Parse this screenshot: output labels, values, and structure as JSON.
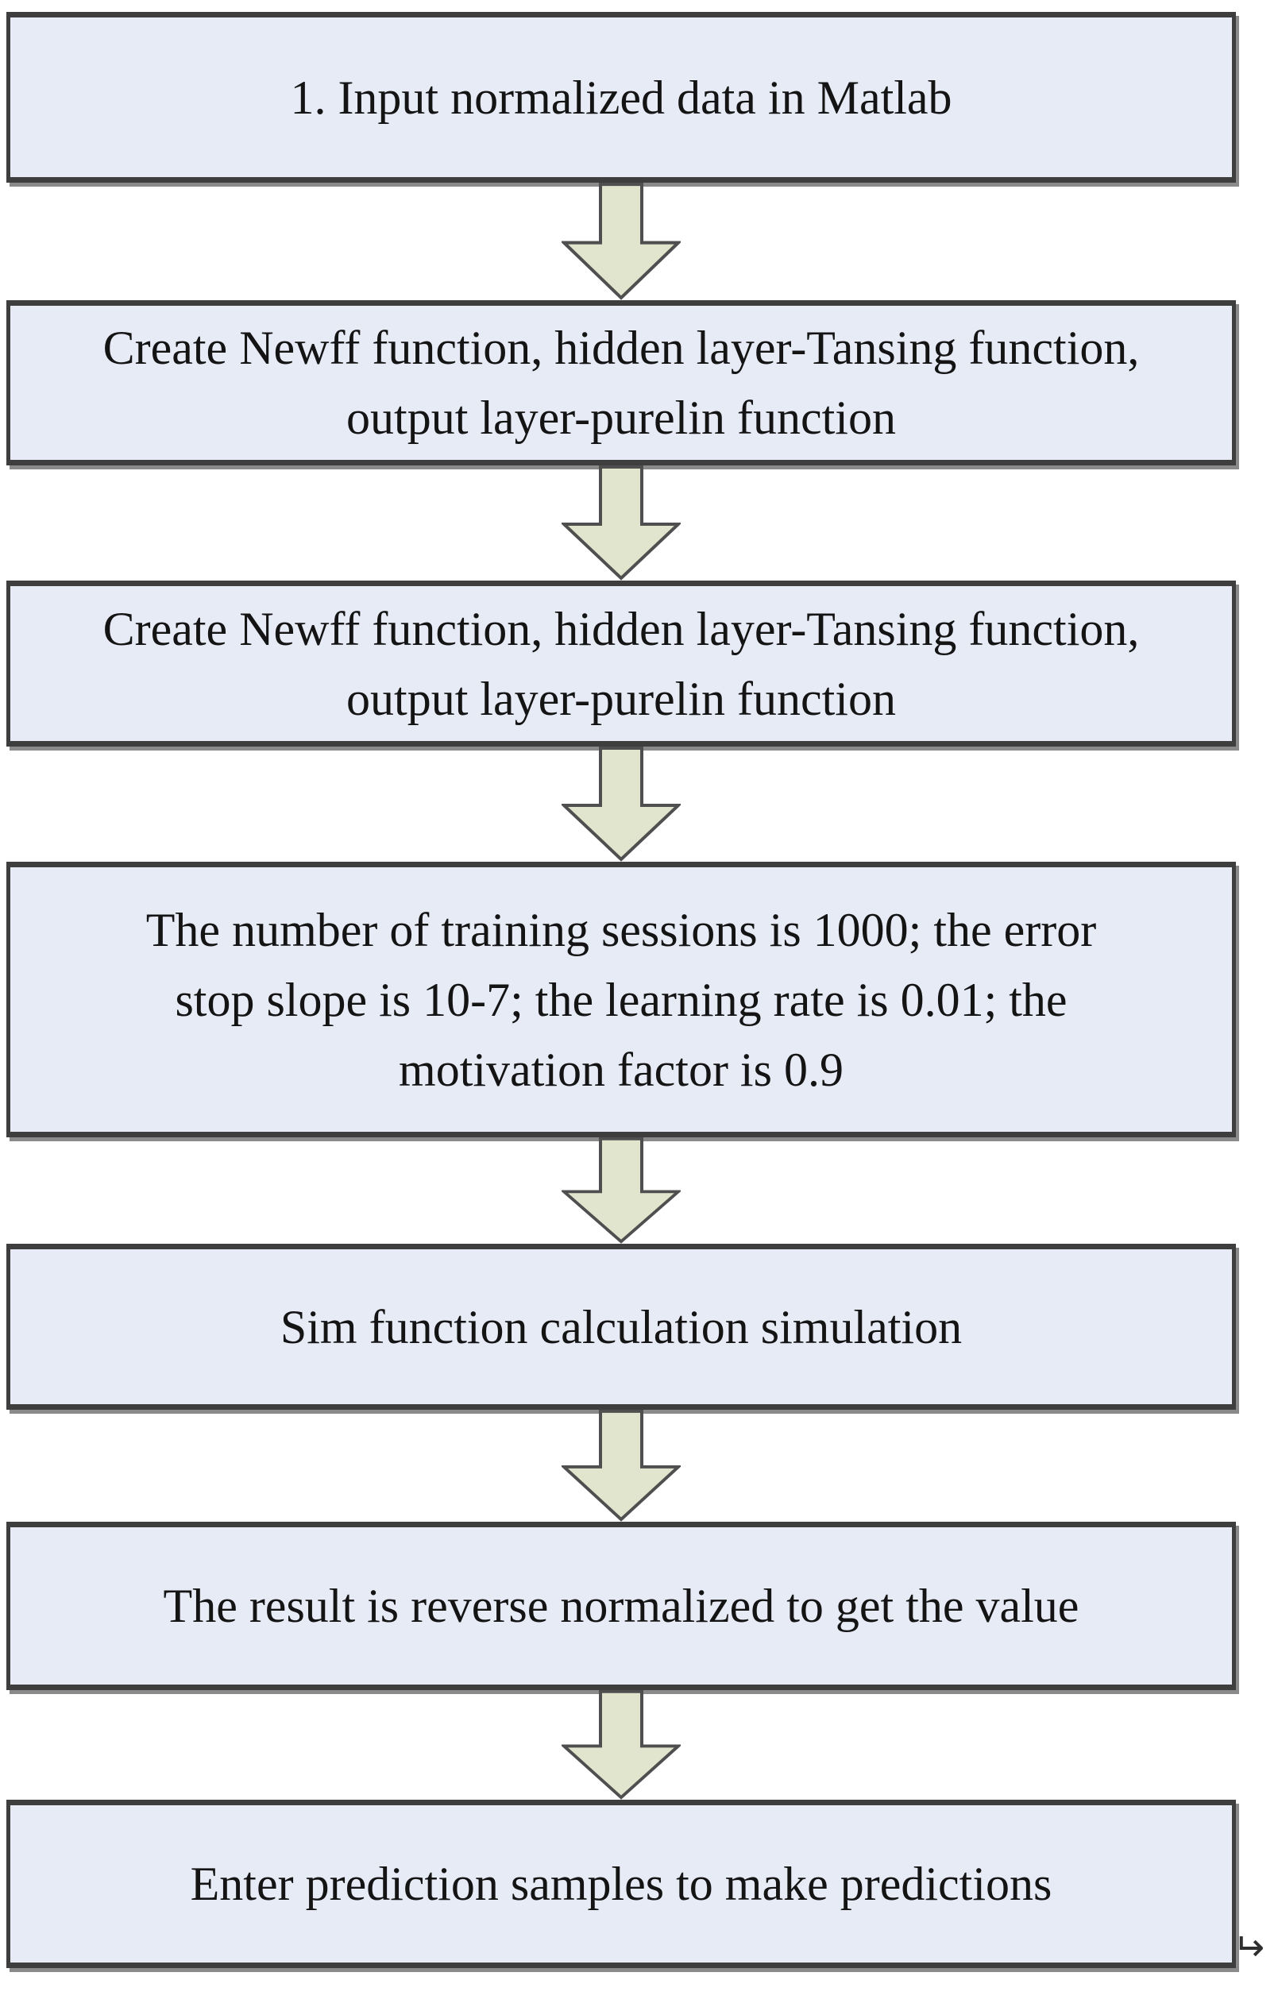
{
  "figure": {
    "type": "flowchart",
    "description": "Vertical 7-step flowchart of a BP neural network prediction procedure in Matlab",
    "background_color": "#ffffff",
    "box_fill_color": "#e7ebf6",
    "box_border_color": "#3e3e3e",
    "arrow_fill_color": "#e2e5cd",
    "arrow_border_color": "#4f4f4f",
    "text_color": "#141414"
  },
  "steps": [
    {
      "id": 1,
      "lines": [
        "1. Input normalized data in Matlab"
      ]
    },
    {
      "id": 2,
      "lines": [
        "Create Newff function, hidden layer-Tansing function,",
        "output layer-purelin function"
      ]
    },
    {
      "id": 3,
      "lines": [
        "Create Newff function, hidden layer-Tansing function,",
        "output layer-purelin function"
      ]
    },
    {
      "id": 4,
      "lines": [
        "The number of training sessions is 1000; the error",
        "stop slope is 10-7; the learning rate is 0.01; the",
        "motivation factor is 0.9"
      ]
    },
    {
      "id": 5,
      "lines": [
        "Sim function calculation simulation"
      ]
    },
    {
      "id": 6,
      "lines": [
        "The result is reverse normalized to get the value"
      ]
    },
    {
      "id": 7,
      "lines": [
        "Enter prediction samples to make predictions"
      ]
    }
  ],
  "connectors": [
    {
      "from": 1,
      "to": 2,
      "type": "block-arrow-down"
    },
    {
      "from": 2,
      "to": 3,
      "type": "block-arrow-down"
    },
    {
      "from": 3,
      "to": 4,
      "type": "block-arrow-down"
    },
    {
      "from": 4,
      "to": 5,
      "type": "block-arrow-down"
    },
    {
      "from": 5,
      "to": 6,
      "type": "block-arrow-down"
    },
    {
      "from": 6,
      "to": 7,
      "type": "block-arrow-down"
    }
  ],
  "paragraph_mark": "↵"
}
